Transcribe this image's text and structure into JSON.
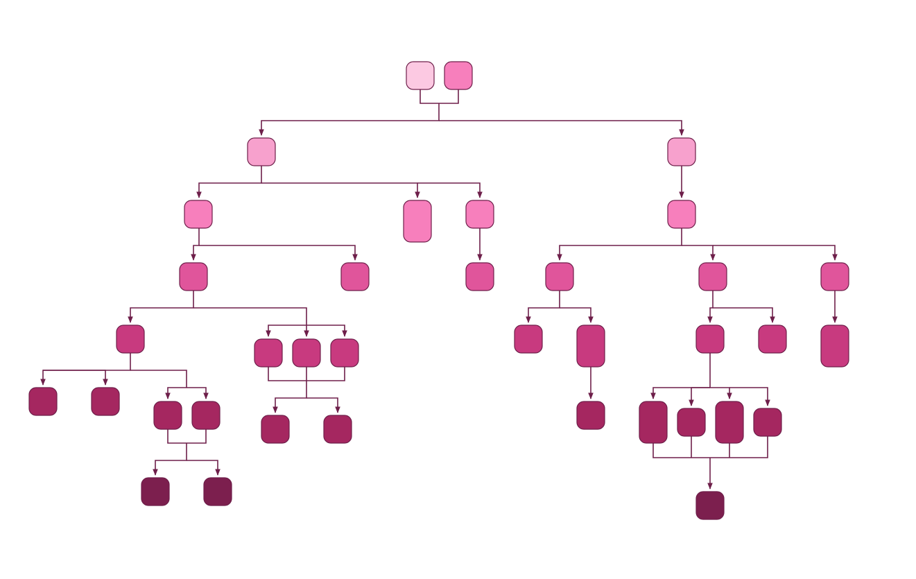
{
  "palette": {
    "edge": "#6e1f4a",
    "level0_left": "#fcc9e2",
    "level0_right": "#f77fbc",
    "level1": "#f7a1cd",
    "level2": "#f77fbc",
    "level3": "#e0559b",
    "level4": "#c83a7f",
    "level5": "#a52760",
    "level6": "#7c1f4e"
  },
  "diagram": {
    "type": "family-tree",
    "labels_shown": false,
    "nodes": [
      {
        "id": "root-left",
        "level": 0,
        "color_key": "level0_left"
      },
      {
        "id": "root-right",
        "level": 0,
        "color_key": "level0_right"
      },
      {
        "id": "a",
        "level": 1,
        "color_key": "level1"
      },
      {
        "id": "b",
        "level": 1,
        "color_key": "level1"
      },
      {
        "id": "a1",
        "level": 2,
        "color_key": "level2"
      },
      {
        "id": "a2",
        "level": 2,
        "color_key": "level2"
      },
      {
        "id": "a3",
        "level": 2,
        "color_key": "level2"
      },
      {
        "id": "b1",
        "level": 2,
        "color_key": "level2"
      },
      {
        "id": "a1-1",
        "level": 3,
        "color_key": "level3"
      },
      {
        "id": "a1-2",
        "level": 3,
        "color_key": "level3"
      },
      {
        "id": "a3-1",
        "level": 3,
        "color_key": "level3"
      },
      {
        "id": "b1-1",
        "level": 3,
        "color_key": "level3"
      },
      {
        "id": "b1-2",
        "level": 3,
        "color_key": "level3"
      },
      {
        "id": "b1-3",
        "level": 3,
        "color_key": "level3"
      },
      {
        "id": "c1",
        "level": 4,
        "color_key": "level4"
      },
      {
        "id": "c2",
        "level": 4,
        "color_key": "level4"
      },
      {
        "id": "c3",
        "level": 4,
        "color_key": "level4"
      },
      {
        "id": "c4",
        "level": 4,
        "color_key": "level4"
      },
      {
        "id": "d1",
        "level": 4,
        "color_key": "level4"
      },
      {
        "id": "d2",
        "level": 4,
        "color_key": "level4"
      },
      {
        "id": "e1",
        "level": 4,
        "color_key": "level4"
      },
      {
        "id": "e2",
        "level": 4,
        "color_key": "level4"
      },
      {
        "id": "f1",
        "level": 4,
        "color_key": "level4"
      },
      {
        "id": "g1",
        "level": 5,
        "color_key": "level5"
      },
      {
        "id": "g2",
        "level": 5,
        "color_key": "level5"
      },
      {
        "id": "g3",
        "level": 5,
        "color_key": "level5"
      },
      {
        "id": "g4",
        "level": 5,
        "color_key": "level5"
      },
      {
        "id": "h1",
        "level": 5,
        "color_key": "level5"
      },
      {
        "id": "h2",
        "level": 5,
        "color_key": "level5"
      },
      {
        "id": "i1",
        "level": 5,
        "color_key": "level5"
      },
      {
        "id": "j1",
        "level": 5,
        "color_key": "level5"
      },
      {
        "id": "j2",
        "level": 5,
        "color_key": "level5"
      },
      {
        "id": "j3",
        "level": 5,
        "color_key": "level5"
      },
      {
        "id": "j4",
        "level": 5,
        "color_key": "level5"
      },
      {
        "id": "k1",
        "level": 6,
        "color_key": "level6"
      },
      {
        "id": "k2",
        "level": 6,
        "color_key": "level6"
      },
      {
        "id": "k3",
        "level": 6,
        "color_key": "level6"
      }
    ]
  }
}
